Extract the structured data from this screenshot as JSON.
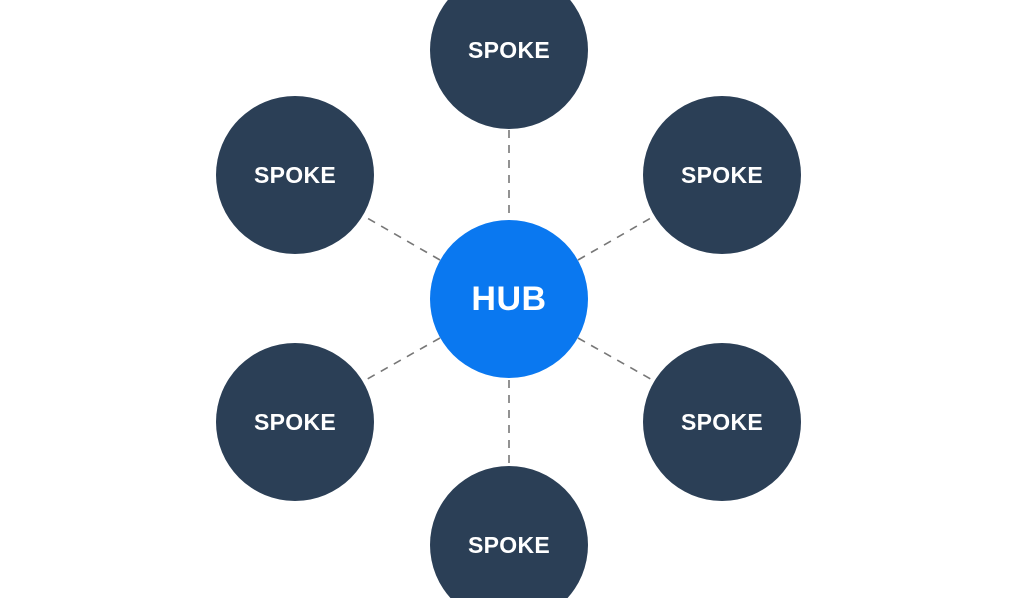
{
  "diagram": {
    "type": "hub-and-spoke",
    "colors": {
      "background": "#ffffff",
      "hub_fill": "#0a78f0",
      "spoke_fill": "#2b3f56",
      "label_text": "#ffffff",
      "connector": "#777777"
    },
    "hub": {
      "label": "HUB"
    },
    "spokes": [
      {
        "label": "SPOKE"
      },
      {
        "label": "SPOKE"
      },
      {
        "label": "SPOKE"
      },
      {
        "label": "SPOKE"
      },
      {
        "label": "SPOKE"
      },
      {
        "label": "SPOKE"
      }
    ]
  }
}
